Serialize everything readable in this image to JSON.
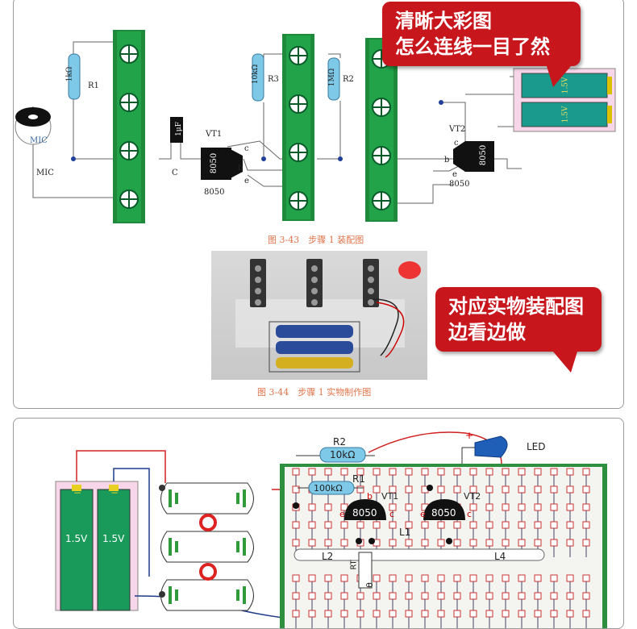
{
  "callouts": {
    "top": [
      "清晰大彩图",
      "怎么连线一目了然"
    ],
    "middle": [
      "对应实物装配图",
      "边看边做"
    ]
  },
  "figures": {
    "fig1_caption": "图 3-43　步骤 1 装配图",
    "fig2_caption": "图 3-44　步骤 1 实物制作图"
  },
  "schematic": {
    "r1_label": "R1",
    "r1_value": "1kΩ",
    "mic_label": "MIC",
    "mic_label2": "MIC",
    "cap_label": "C",
    "cap_value": "1μF",
    "vt1_label": "VT1",
    "vt1_part": "8050",
    "vt1_part_label": "8050",
    "r3_label": "R3",
    "r3_value": "10kΩ",
    "r2_label": "R2",
    "r2_value": "1MΩ",
    "vt2_label": "VT2",
    "vt2_part": "8050",
    "vt2_part_label": "8050",
    "battery": "1.5V",
    "pin_c": "c",
    "pin_b": "b",
    "pin_e": "e"
  },
  "breadboard": {
    "battery_left": "1.5V",
    "battery_right": "1.5V",
    "r2_label": "R2",
    "r2_value": "10kΩ",
    "r1_label": "R1",
    "r1_value": "100kΩ",
    "vt1_label": "VT1",
    "vt2_label": "VT2",
    "t1_part": "8050",
    "t2_part": "8050",
    "led_label": "LED",
    "l1": "L1",
    "l2": "L2",
    "l4": "L4",
    "rt_label": "RT",
    "theta": "θ",
    "pin_b": "b",
    "pin_e": "e",
    "pin_c": "c",
    "plus": "+"
  },
  "colors": {
    "accent": "#c8161d",
    "board": "#1f8a3c",
    "terminal": "#21a04a",
    "caption": "#e0734a"
  }
}
